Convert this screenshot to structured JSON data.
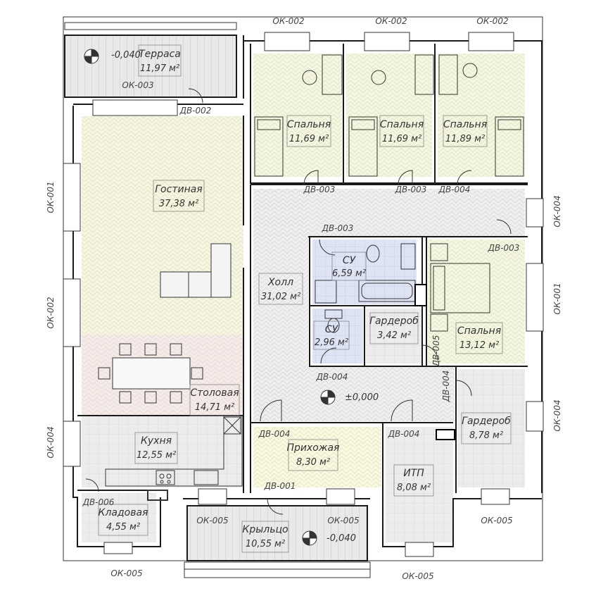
{
  "rooms": {
    "terrace": {
      "name": "Терраса",
      "area": "11,97 м²",
      "level": "-0,040"
    },
    "bed1": {
      "name": "Спальня",
      "area": "11,69 м²"
    },
    "bed2": {
      "name": "Спальня",
      "area": "11,69 м²"
    },
    "bed3": {
      "name": "Спальня",
      "area": "11,89 м²"
    },
    "living": {
      "name": "Гостиная",
      "area": "37,38 м²"
    },
    "hall": {
      "name": "Холл",
      "area": "31,02 м²",
      "level": "±0,000"
    },
    "wc1": {
      "name": "СУ",
      "area": "6,59 м²"
    },
    "wc2": {
      "name": "СУ",
      "area": "2,96 м²"
    },
    "closet1": {
      "name": "Гардероб",
      "area": "3,42 м²"
    },
    "bed4": {
      "name": "Спальня",
      "area": "13,12 м²"
    },
    "dining": {
      "name": "Столовая",
      "area": "14,71 м²"
    },
    "kitchen": {
      "name": "Кухня",
      "area": "12,55 м²"
    },
    "closet2": {
      "name": "Гардероб",
      "area": "8,78 м²"
    },
    "entry": {
      "name": "Прихожая",
      "area": "8,30 м²"
    },
    "itp": {
      "name": "ИТП",
      "area": "8,08 м²"
    },
    "pantry": {
      "name": "Кладовая",
      "area": "4,55 м²"
    },
    "porch": {
      "name": "Крыльцо",
      "area": "10,55 м²",
      "level": "-0,040"
    }
  },
  "tags": {
    "ok002_top_a": "ОК-002",
    "ok002_top_b": "ОК-002",
    "ok002_top_c": "ОК-002",
    "ok003": "ОК-003",
    "dv002": "ДВ-002",
    "dv003_a": "ДВ-003",
    "dv003_b": "ДВ-003",
    "dv004_a": "ДВ-004",
    "ok004_right_a": "ОК-004",
    "dv003_c": "ДВ-003",
    "dv003_d": "ДВ-003",
    "ok001_left": "ОК-001",
    "ok002_left": "ОК-002",
    "ok004_left": "ОК-004",
    "ok001_right": "ОК-001",
    "dv005": "ДВ-005",
    "dv004_b": "ДВ-004",
    "dv004_c": "ДВ-004",
    "ok004_right_b": "ОК-004",
    "dv004_d": "ДВ-004",
    "dv004_e": "ДВ-004",
    "dv001": "ДВ-001",
    "dv006": "ДВ-006",
    "ok005_a": "ОК-005",
    "ok005_b": "ОК-005",
    "ok005_c": "ОК-005",
    "ok005_d": "ОК-005",
    "ok005_e": "ОК-005"
  },
  "colors": {
    "living": "#f6f6e0",
    "dining": "#f7eaea",
    "bed": "#f4f6df",
    "wc": "#dfe4f4",
    "hall": "#efefef",
    "entry": "#f9f9df",
    "kitchen": "#ececec",
    "wall": "#1a1a1a"
  }
}
